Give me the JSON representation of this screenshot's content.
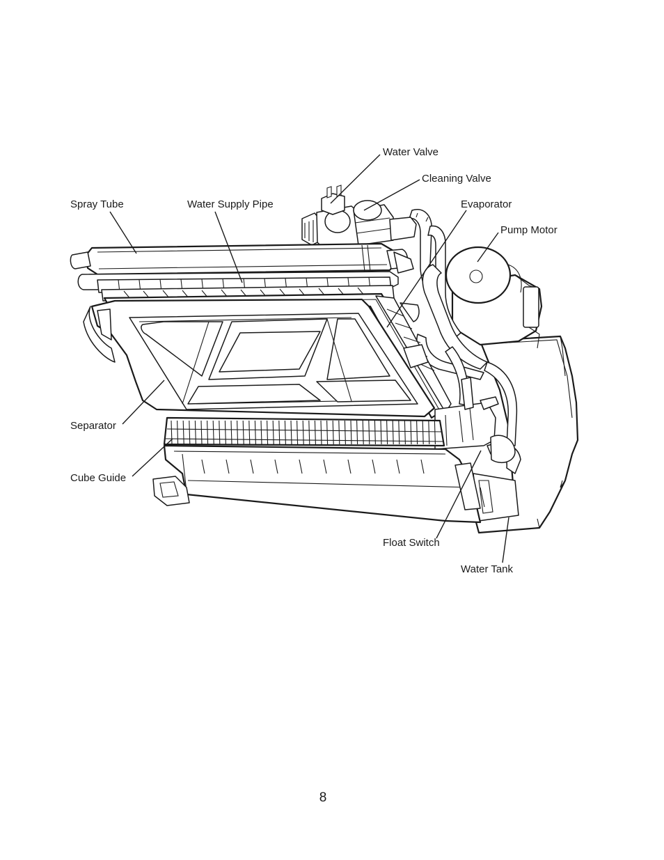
{
  "labels": {
    "water_valve": "Water Valve",
    "cleaning_valve": "Cleaning Valve",
    "spray_tube": "Spray Tube",
    "water_supply_pipe": "Water Supply Pipe",
    "evaporator": "Evaporator",
    "pump_motor": "Pump Motor",
    "separator": "Separator",
    "cube_guide": "Cube Guide",
    "float_switch": "Float Switch",
    "water_tank": "Water Tank"
  },
  "page_number": "8"
}
